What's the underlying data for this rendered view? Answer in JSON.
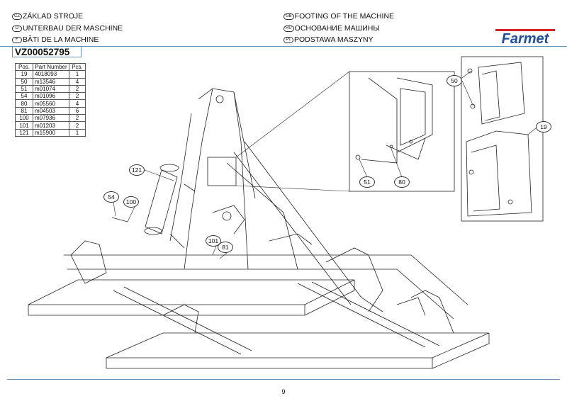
{
  "header": {
    "titles_left": [
      {
        "lang": "CZ",
        "text": "ZÁKLAD STROJE"
      },
      {
        "lang": "D",
        "text": "UNTERBAU DER MASCHINE"
      },
      {
        "lang": "F",
        "text": "BÂTI DE LA MACHINE"
      }
    ],
    "titles_right": [
      {
        "lang": "GB",
        "text": "FOOTING OF THE MACHINE"
      },
      {
        "lang": "RU",
        "text": "ОСНОВАНИЕ МАШИНЫ"
      },
      {
        "lang": "PL",
        "text": "PODSTAWA MASZYNY"
      }
    ],
    "logo": "Farmet",
    "drawing_number": "VZ00052795"
  },
  "parts_table": {
    "columns": [
      "Pos.",
      "Part Number",
      "Pcs."
    ],
    "rows": [
      [
        "19",
        "4018093",
        "1"
      ],
      [
        "50",
        "m13546",
        "4"
      ],
      [
        "51",
        "m01074",
        "2"
      ],
      [
        "54",
        "m01096",
        "2"
      ],
      [
        "80",
        "m05560",
        "4"
      ],
      [
        "81",
        "m04503",
        "6"
      ],
      [
        "100",
        "m07936",
        "2"
      ],
      [
        "101",
        "m01203",
        "2"
      ],
      [
        "121",
        "m15900",
        "1"
      ]
    ]
  },
  "callouts": [
    "121",
    "54",
    "100",
    "101",
    "81",
    "50",
    "19",
    "51",
    "80"
  ],
  "colors": {
    "brand_red": "#d42027",
    "brand_blue": "#1f4e9c",
    "rule": "#6a8fb5"
  },
  "footer": {
    "page_number": "9"
  }
}
